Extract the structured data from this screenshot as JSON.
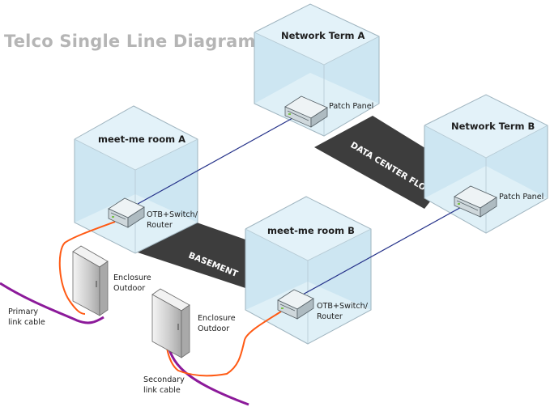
{
  "title": "Telco Single Line Diagram",
  "rooms": {
    "network_term_a": "Network Term A",
    "network_term_b": "Network Term B",
    "meet_me_a": "meet-me room A",
    "meet_me_b": "meet-me room B"
  },
  "devices": {
    "patch_panel_a": "Patch Panel",
    "patch_panel_b": "Patch Panel",
    "otb_a_line1": "OTB+Switch/",
    "otb_a_line2": "Router",
    "otb_b_line1": "OTB+Switch/",
    "otb_b_line2": "Router"
  },
  "floors": {
    "data_center": "DATA CENTER FLOOR",
    "basement": "BASEMENT"
  },
  "enclosures": {
    "primary_line1": "Enclosure",
    "primary_line2": "Outdoor",
    "secondary_line1": "Enclosure",
    "secondary_line2": "Outdoor"
  },
  "cables": {
    "primary_line1": "Primary",
    "primary_line2": "link cable",
    "secondary_line1": "Secondary",
    "secondary_line2": "link cable"
  },
  "colors": {
    "room_face_light": "#d7ebf4",
    "room_face_mid": "#c4e0ee",
    "room_face_dark": "#b3d6e8",
    "room_edge": "#8a9aa3",
    "floor_band": "#3d3d3d",
    "fiber_blue": "#25328a",
    "link_orange": "#ff5a14",
    "link_purple": "#8c1a9a",
    "title_gray": "#b5b5b5"
  }
}
